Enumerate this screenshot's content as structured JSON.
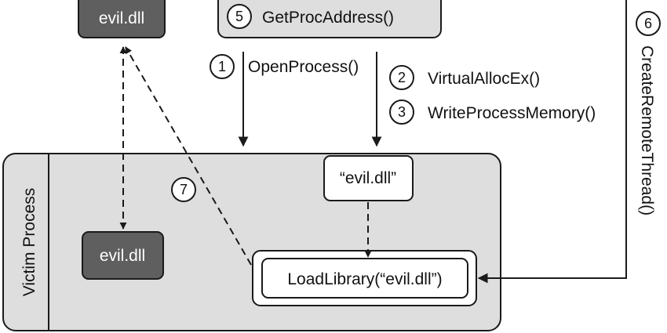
{
  "injector": {
    "step5_number": "5",
    "step5_call": "GetProcAddress()"
  },
  "top_dll": {
    "label": "evil.dll"
  },
  "steps": {
    "s1": {
      "number": "1",
      "call": "OpenProcess()"
    },
    "s2": {
      "number": "2",
      "call": "VirtualAllocEx()"
    },
    "s3": {
      "number": "3",
      "call": "WriteProcessMemory()"
    },
    "s6": {
      "number": "6",
      "call": "CreateRemoteThread()"
    },
    "s7": {
      "number": "7"
    }
  },
  "victim": {
    "title": "Victim Process",
    "loaded_dll": "evil.dll",
    "string_box": "“evil.dll”",
    "loadlibrary": "LoadLibrary(“evil.dll”)"
  },
  "colors": {
    "panel_gray": "#dedede",
    "dark_box": "#5f5f5f",
    "stroke": "#1a1a1a"
  }
}
